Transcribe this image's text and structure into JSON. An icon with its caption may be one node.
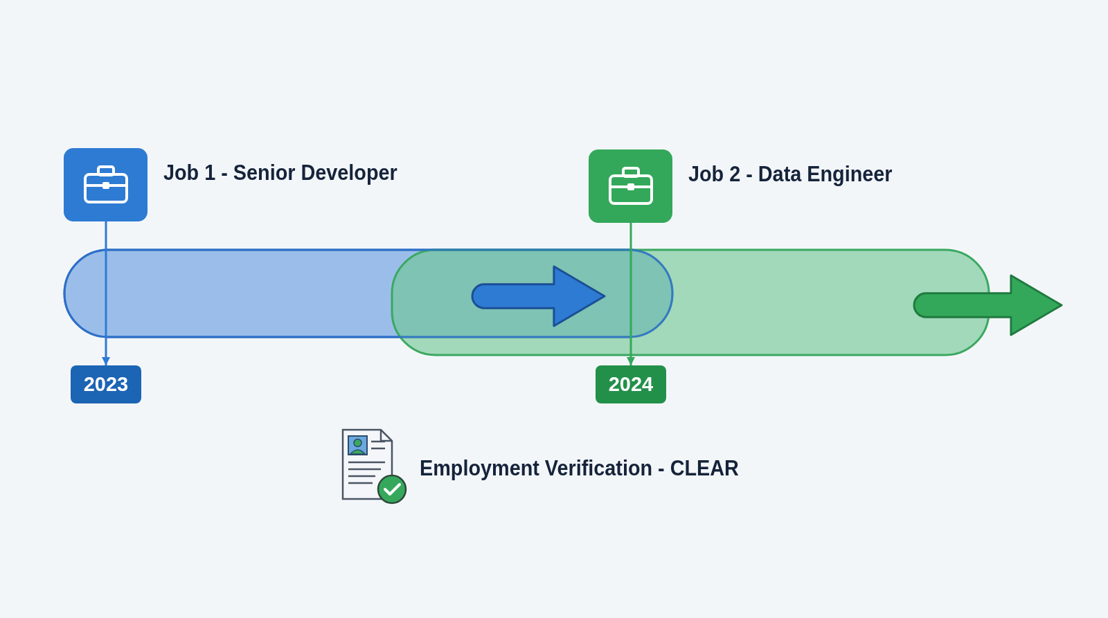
{
  "diagram": {
    "nodes": [
      {
        "text": [
          "Job 1 - Senior Developer"
        ]
      },
      {
        "text": [
          "2023"
        ]
      },
      {
        "text": [
          "Job 2 - Data Engineer"
        ]
      },
      {
        "text": [
          "2024"
        ]
      }
    ],
    "edges": [
      {
        "from": 0,
        "to": 1,
        "arrow": "to",
        "color": "#2e7bd3"
      },
      {
        "from": 2,
        "to": 3,
        "arrow": "to",
        "color": "#33a85a"
      }
    ],
    "labels": [
      "Employment Verification - CLEAR"
    ]
  }
}
